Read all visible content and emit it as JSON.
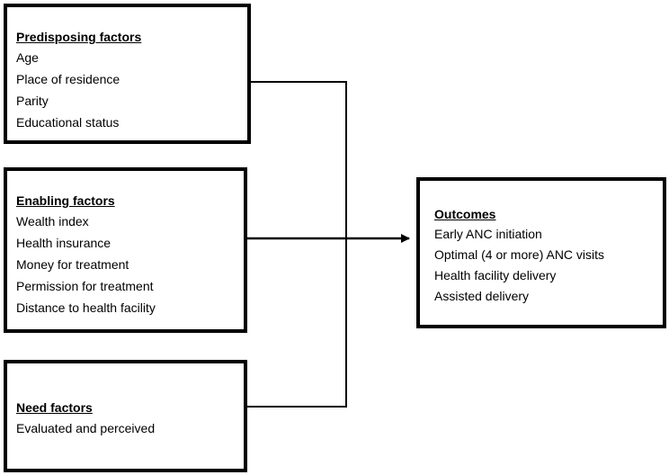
{
  "predisposing": {
    "title": "Predisposing factors",
    "items": [
      "Age",
      "Place of residence",
      "Parity",
      "Educational status"
    ]
  },
  "enabling": {
    "title": "Enabling factors",
    "items": [
      "Wealth index",
      "Health insurance",
      "Money for treatment",
      "Permission for treatment",
      "Distance to health facility"
    ]
  },
  "need": {
    "title": "Need factors",
    "items": [
      "Evaluated and perceived"
    ]
  },
  "outcomes": {
    "title": "Outcomes",
    "items": [
      "Early ANC initiation",
      "Optimal (4 or more) ANC visits",
      "Health facility delivery",
      "Assisted delivery"
    ]
  }
}
